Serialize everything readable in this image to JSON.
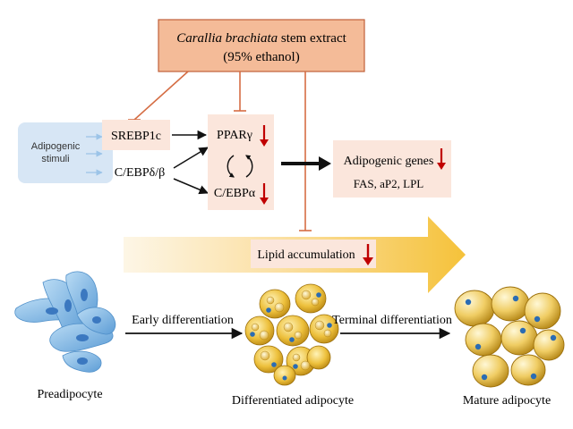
{
  "extract_box": {
    "line1_italic": "Carallia brachiata",
    "line1_rest": " stem extract",
    "line2": "(95% ethanol)"
  },
  "stimuli": {
    "line1": "Adipogenic",
    "line2": "stimuli"
  },
  "factors": {
    "srebp1c": "SREBP1c",
    "cebp_db": "C/EBPδ/β",
    "pparg": "PPARγ",
    "cebpa": "C/EBPα"
  },
  "genes": {
    "title": "Adipogenic genes",
    "list": "FAS, aP2, LPL"
  },
  "lipid": "Lipid accumulation",
  "stages": {
    "early": "Early differentiation",
    "terminal": "Terminal differentiation",
    "pre": "Preadipocyte",
    "diff": "Differentiated adipocyte",
    "mature": "Mature adipocyte"
  },
  "colors": {
    "extract_fill": "#f4bb98",
    "extract_border": "#c0603a",
    "inhibit": "#d56d44",
    "peach_box": "#fbe6dc",
    "stimuli_box": "#d7e6f5",
    "down_arrow": "#c00000",
    "gradient_start": "#fdf3dd",
    "gradient_end": "#f5c441",
    "preadipocyte": "#7fb7e3",
    "adipocyte": "#e6b12a",
    "nucleus": "#2b6cb3"
  }
}
